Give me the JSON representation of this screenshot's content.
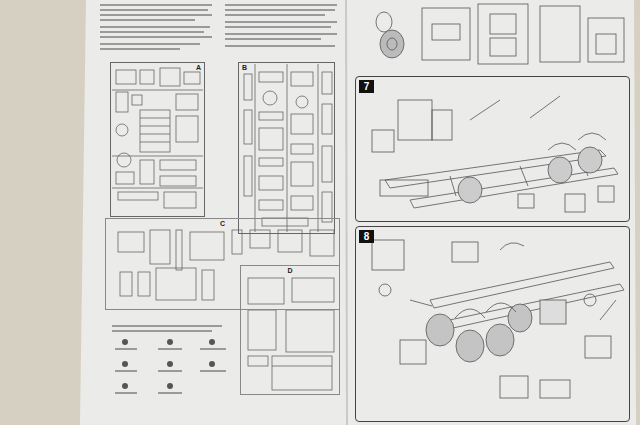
{
  "diagram": {
    "nodes": [
      {
        "text": [
          "A"
        ]
      },
      {
        "text": [
          "B"
        ]
      },
      {
        "text": [
          "C"
        ]
      },
      {
        "text": [
          "D"
        ]
      },
      {
        "text": [
          "7"
        ]
      },
      {
        "text": [
          "8"
        ]
      }
    ]
  }
}
